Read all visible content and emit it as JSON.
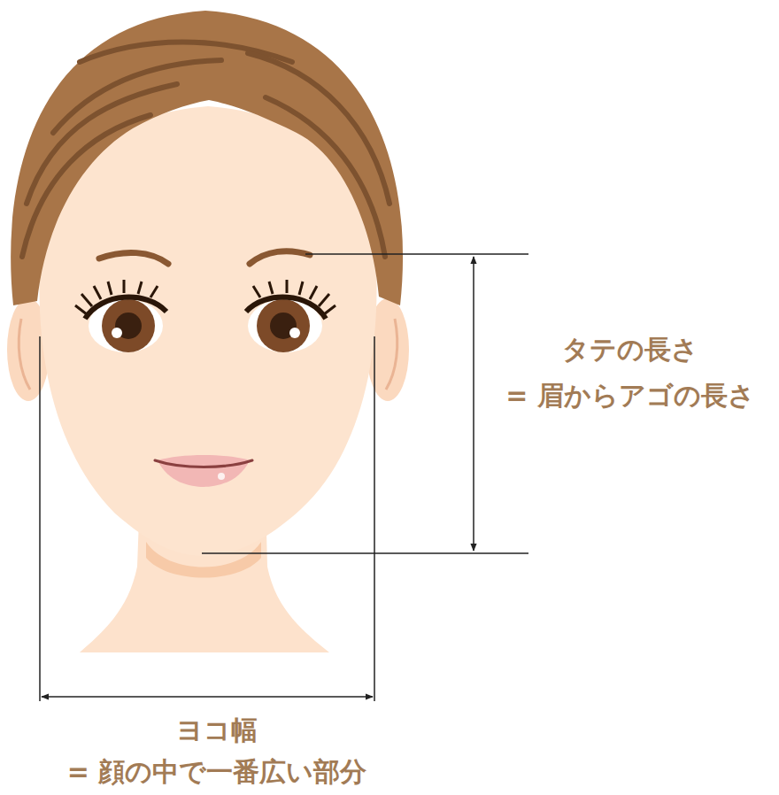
{
  "diagram": {
    "labels": [
      "タテの長さ",
      "= 眉からアゴの長さ",
      "ヨコ幅",
      "= 顔の中で一番広い部分"
    ]
  }
}
